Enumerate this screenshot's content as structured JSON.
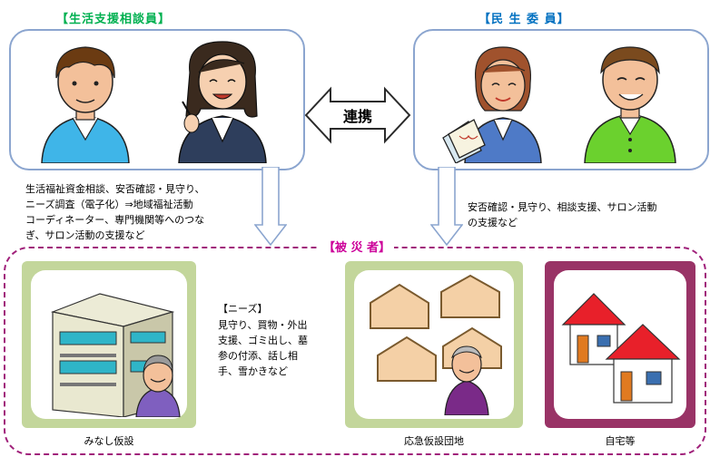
{
  "headers": {
    "left": "【生活支援相談員】",
    "right": "【民 生 委 員】",
    "affected": "【被 災 者】"
  },
  "link_label": "連携",
  "descriptions": {
    "left": "生活福祉資金相談、安否確認・見守り、\nニーズ調査（電子化）⇒地域福祉活動\nコーディネーター、専門機関等へのつな\nぎ、サロン活動の支援など",
    "right": "安否確認・見守り、相談支援、サロン活動\nの支援など"
  },
  "needs": {
    "title": "【ニーズ】",
    "text": "見守り、買物・外出\n支援、ゴミ出し、墓\n参の付添、話し相\n手、雪かきなど"
  },
  "captions": {
    "housing_1": "みなし仮設",
    "housing_2": "応急仮設団地",
    "housing_3": "自宅等"
  },
  "colors": {
    "header_green": "#00b050",
    "header_blue": "#0070c0",
    "affected_header": "#cc0099",
    "dashed_border": "#a0207a",
    "panel_border": "#8ba5cf",
    "card_green": "#c3d69b",
    "card_purple": "#993366"
  }
}
